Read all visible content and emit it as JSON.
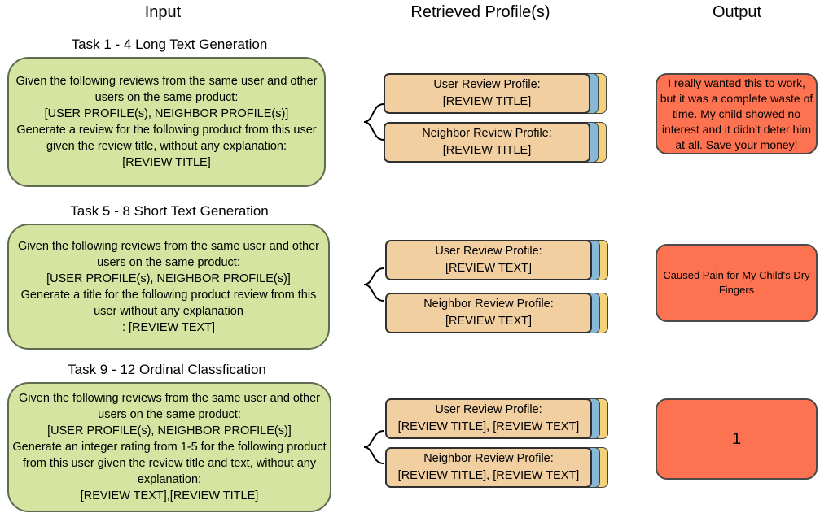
{
  "headers": {
    "input": "Input",
    "retrieved": "Retrieved Profile(s)",
    "output": "Output"
  },
  "colors": {
    "input_fill": "#d5e4a0",
    "profile_fill": "#f2cfa0",
    "profile_back_blue": "#87b8d6",
    "profile_back_yellow": "#f4d27a",
    "output_fill": "#fd7250"
  },
  "rows": [
    {
      "title": "Task 1 - 4 Long Text Generation",
      "input_text": "Given the following reviews from the same user and other\nusers on the same product:\n[USER PROFILE(s), NEIGHBOR PROFILE(s)]\nGenerate a review for the following product from this user\ngiven the review title, without any explanation:\n[REVIEW TITLE]",
      "user_profile": {
        "label": "User Review Profile:",
        "value": "[REVIEW TITLE]"
      },
      "neighbor_profile": {
        "label": "Neighbor Review Profile:",
        "value": "[REVIEW TITLE]"
      },
      "output": "I really wanted this to work,\nbut it was a complete waste of\ntime. My child showed no\ninterest and it didn't deter him\nat all. Save your money!"
    },
    {
      "title": "Task 5 - 8 Short Text Generation",
      "input_text": "Given the following reviews from the same user and other\nusers on the same product:\n[USER PROFILE(s), NEIGHBOR PROFILE(s)]\nGenerate a title for the following product review from this\nuser without any explanation\n: [REVIEW TEXT]",
      "user_profile": {
        "label": "User Review Profile:",
        "value": "[REVIEW TEXT]"
      },
      "neighbor_profile": {
        "label": "Neighbor Review Profile:",
        "value": "[REVIEW TEXT]"
      },
      "output": "Caused Pain for My Child's Dry\nFingers"
    },
    {
      "title": "Task 9 - 12 Ordinal Classfication",
      "input_text": "Given the following reviews from the same user and other\nusers on the same product:\n[USER PROFILE(s), NEIGHBOR PROFILE(s)]\nGenerate an integer rating from 1-5 for the following product\nfrom this user given the review title and text, without any\nexplanation:\n[REVIEW TEXT],[REVIEW TITLE]",
      "user_profile": {
        "label": "User Review Profile:",
        "value": "[REVIEW TITLE], [REVIEW TEXT]"
      },
      "neighbor_profile": {
        "label": "Neighbor Review Profile:",
        "value": "[REVIEW TITLE], [REVIEW TEXT]"
      },
      "output": "1"
    }
  ]
}
